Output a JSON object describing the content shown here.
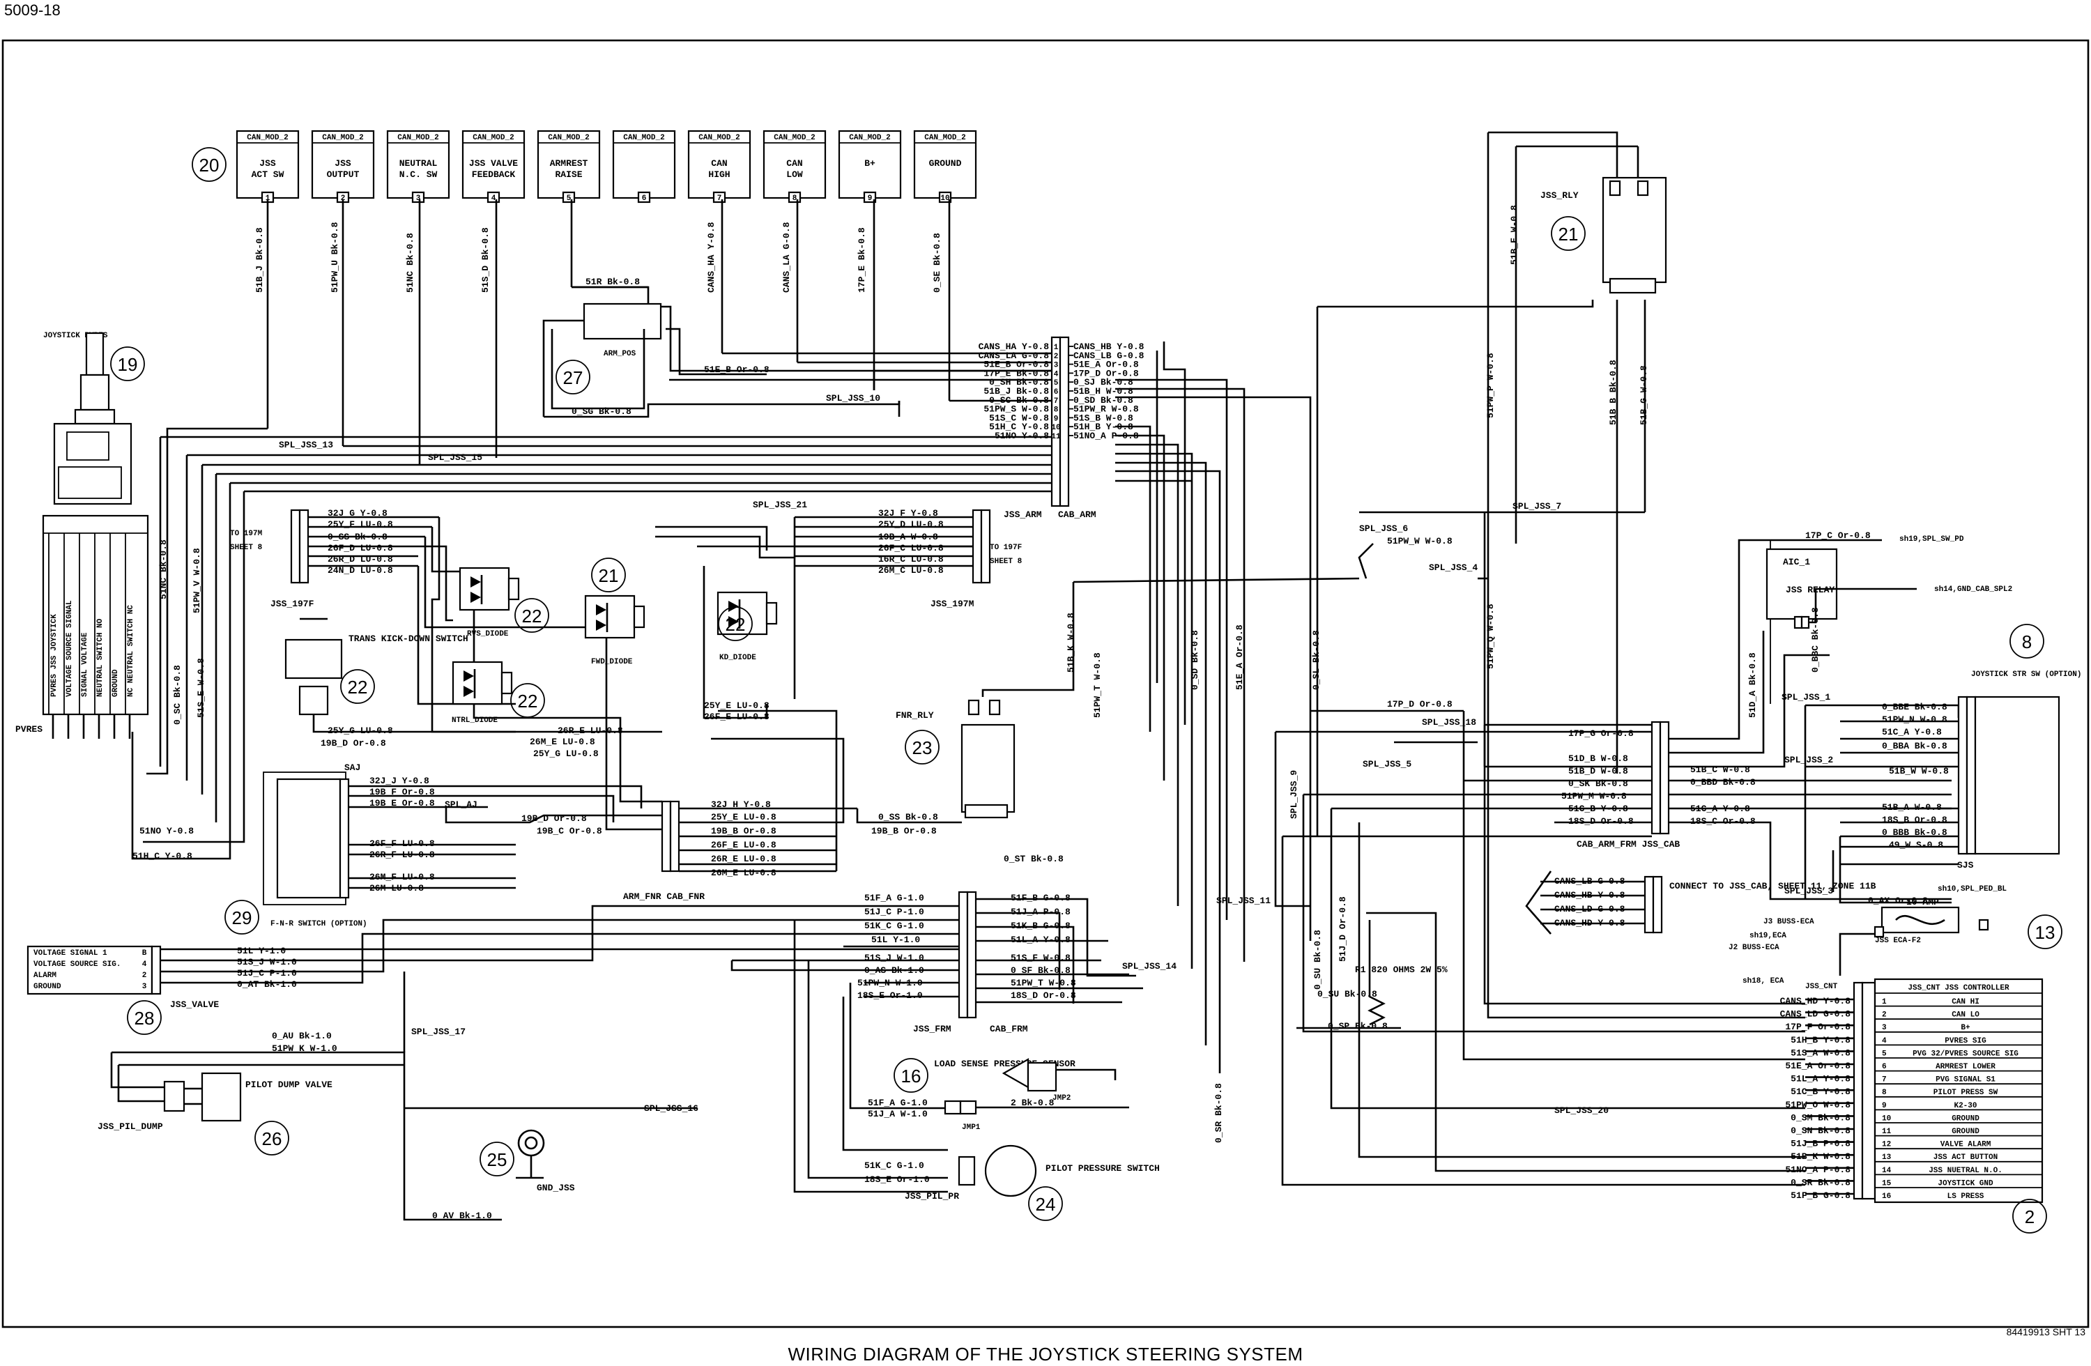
{
  "doc_id": "5009-18",
  "sheet_ref": "84419913 SHT 13",
  "caption": "WIRING DIAGRAM OF THE JOYSTICK STEERING SYSTEM",
  "can_mod": {
    "header": "CAN_MOD_2",
    "items": [
      {
        "label1": "JSS",
        "label2": "ACT SW",
        "pin": "1",
        "wire": "51B_J Bk-0.8"
      },
      {
        "label1": "JSS",
        "label2": "OUTPUT",
        "pin": "2",
        "wire": "51PW_U Bk-0.8"
      },
      {
        "label1": "NEUTRAL",
        "label2": "N.C. SW",
        "pin": "3",
        "wire": "51NC Bk-0.8"
      },
      {
        "label1": "JSS VALVE",
        "label2": "FEEDBACK",
        "pin": "4",
        "wire": "51S_D Bk-0.8"
      },
      {
        "label1": "ARMREST",
        "label2": "RAISE",
        "pin": "5",
        "wire": ""
      },
      {
        "label1": "",
        "label2": "",
        "pin": "6",
        "wire": ""
      },
      {
        "label1": "CAN",
        "label2": "HIGH",
        "pin": "7",
        "wire": "CANS_HA Y-0.8"
      },
      {
        "label1": "CAN",
        "label2": "LOW",
        "pin": "8",
        "wire": "CANS_LA G-0.8"
      },
      {
        "label1": "B+",
        "label2": "",
        "pin": "9",
        "wire": "17P_E Bk-0.8"
      },
      {
        "label1": "GROUND",
        "label2": "",
        "pin": "10",
        "wire": "0_SE Bk-0.8"
      }
    ]
  },
  "callouts": [
    "20",
    "19",
    "27",
    "21",
    "22",
    "22",
    "22",
    "22",
    "29",
    "28",
    "26",
    "25",
    "16",
    "24",
    "23",
    "21",
    "8",
    "13",
    "2"
  ],
  "labels": {
    "joystick": "JOYSTICK PVRES",
    "pvres": "PVRES",
    "arm_pos": "ARM_POS",
    "spl_jss_10": "SPL_JSS_10",
    "spl_jss_13": "SPL_JSS_13",
    "spl_jss_15": "SPL_JSS_15",
    "spl_jss_21": "SPL_JSS_21",
    "spl_jss_6": "SPL_JSS_6",
    "spl_jss_7": "SPL_JSS_7",
    "spl_jss_4": "SPL_JSS_4",
    "spl_jss_18": "SPL_JSS_18",
    "spl_jss_5": "SPL_JSS_5",
    "spl_jss_9": "SPL_JSS_9",
    "spl_jss_11": "SPL_JSS_11",
    "spl_jss_14": "SPL_JSS_14",
    "spl_jss_16": "SPL_JSS_16",
    "spl_jss_17": "SPL_JSS_17",
    "spl_jss_20": "SPL_JSS_20",
    "spl_jss_1": "SPL_JSS_1",
    "spl_jss_2": "SPL_JSS_2",
    "spl_jss_3": "SPL_JSS_3",
    "jss_arm": "JSS_ARM",
    "cab_arm": "CAB_ARM",
    "jss_197f": "JSS_197F",
    "jss_197m": "JSS_197M",
    "to_197m": "TO 197M",
    "sheet_8": "SHEET 8",
    "to_197f": "TO 197F",
    "rvs_diode": "RVS_DIODE",
    "fwd_diode": "FWD_DIODE",
    "kd_diode": "KD_DIODE",
    "ntrl_diode": "NTRL_DIODE",
    "trans_kd": "TRANS KICK-DOWN SWITCH",
    "saj": "SAJ",
    "spl_aj": "SPL_AJ",
    "fnr_switch": "F-N-R SWITCH (OPTION)",
    "arm_fnr": "ARM_FNR CAB_FNR",
    "fnr_rly": "FNR_RLY",
    "jss_rly": "JSS_RLY",
    "aic": "AIC_1",
    "jss_relay": "JSS RELAY",
    "joystick_str_sw": "JOYSTICK STR SW (OPTION)",
    "sjs": "SJS",
    "cab_arm_frm": "CAB_ARM_FRM JSS_CAB",
    "connect_to": "CONNECT TO JSS_CAB, SHEET 11, ZONE 11B",
    "jss_valve": "JSS_VALVE",
    "jss_frm": "JSS_FRM",
    "cab_frm": "CAB_FRM",
    "load_sense": "LOAD SENSE PRESSURE SENSOR",
    "jmp1": "JMP1",
    "jmp2": "JMP2",
    "pilot_dump": "PILOT DUMP VALVE",
    "jss_pil_dump": "JSS_PIL_DUMP",
    "gnd_jss": "GND_JSS",
    "pilot_pressure": "PILOT PRESSURE SWITCH",
    "jss_pil_pr": "JSS_PIL_PR",
    "r1": "R1 820 OHMS 2W 5%",
    "jss_ecaf2": "JSS ECA-F2",
    "ten_amp": "10 AMP",
    "j3_buss": "J3 BUSS-ECA",
    "j2_buss": "J2 BUSS-ECA",
    "jss_cnt": "JSS_CNT",
    "sh19": "sh19,SPL_SW_PD",
    "sh14": "sh14,GND_CAB_SPL2",
    "sh10": "sh10,SPL_PED_BL",
    "sh19eca": "sh19,ECA",
    "sh18eca": "sh18, ECA"
  },
  "controller": {
    "title": "JSS_CNT JSS CONTROLLER",
    "pins": [
      {
        "n": "1",
        "name": "CAN HI",
        "wire": "CANS_HD Y-0.8"
      },
      {
        "n": "2",
        "name": "CAN LO",
        "wire": "CANS_LD G-0.8"
      },
      {
        "n": "3",
        "name": "B+",
        "wire": "17P_F Or-0.8"
      },
      {
        "n": "4",
        "name": "PVRES SIG",
        "wire": "51H_B Y-0.8"
      },
      {
        "n": "5",
        "name": "PVG 32/PVRES SOURCE SIG",
        "wire": "51S_A W-0.8"
      },
      {
        "n": "6",
        "name": "ARMREST LOWER",
        "wire": "51E_A Or-0.8"
      },
      {
        "n": "7",
        "name": "PVG SIGNAL S1",
        "wire": "51L_A Y-0.8"
      },
      {
        "n": "8",
        "name": "PILOT PRESS SW",
        "wire": "51C_B Y-0.8"
      },
      {
        "n": "9",
        "name": "K2-30",
        "wire": "51PW_O W-0.8"
      },
      {
        "n": "10",
        "name": "GROUND",
        "wire": "0_SM Bk-0.8"
      },
      {
        "n": "11",
        "name": "GROUND",
        "wire": "0_SN Bk-0.8"
      },
      {
        "n": "12",
        "name": "VALVE ALARM",
        "wire": "51J_B P-0.8"
      },
      {
        "n": "13",
        "name": "JSS ACT BUTTON",
        "wire": "51B_K W-0.8"
      },
      {
        "n": "14",
        "name": "JSS NUETRAL N.O.",
        "wire": "51NO_A P-0.8"
      },
      {
        "n": "15",
        "name": "JOYSTICK GND",
        "wire": "0_SR Bk-0.8"
      },
      {
        "n": "16",
        "name": "LS PRESS",
        "wire": "51F_B G-0.8"
      }
    ]
  },
  "arm_connector": {
    "left": [
      "CANS_HA Y-0.8",
      "CANS_LA G-0.8",
      "51E_B Or-0.8",
      "17P_E Bk-0.8",
      "0_SH Bk-0.8",
      "51B_J Bk-0.8",
      "0_SC Bk-0.8",
      "51PW_S W-0.8",
      "51S_C W-0.8",
      "51H_C Y-0.8",
      "51NO Y-0.8"
    ],
    "right": [
      "CANS_HB Y-0.8",
      "CANS_LB G-0.8",
      "51E_A Or-0.8",
      "17P_D Or-0.8",
      "0_SJ Bk-0.8",
      "51B_H W-0.8",
      "0_SD Bk-0.8",
      "51PW_R W-0.8",
      "51S_B W-0.8",
      "51H_B Y-0.8",
      "51NO_A P-0.8"
    ]
  },
  "valve_connector": {
    "pins": [
      {
        "label": "VOLTAGE SIGNAL 1",
        "pin": "B",
        "wire": "51L Y-1.0"
      },
      {
        "label": "VOLTAGE SOURCE SIG.",
        "pin": "4",
        "wire": "51S_J W-1.0"
      },
      {
        "label": "ALARM",
        "pin": "2",
        "wire": "51J_C P-1.0"
      },
      {
        "label": "GROUND",
        "pin": "3",
        "wire": "0_AT Bk-1.0"
      }
    ]
  },
  "joystick_pins": [
    "PVRES JSS JOYSTICK",
    "VOLTAGE SOURCE SIGNAL",
    "SIGNAL VOLTAGE",
    "NEUTRAL SWITCH NO",
    "GROUND",
    "NC NEUTRAL SWITCH NC"
  ],
  "frm_connector": {
    "left": [
      "51F_A G-1.0",
      "51J_C P-1.0",
      "51K_C G-1.0",
      "51L Y-1.0",
      "51S_J W-1.0",
      "0_AS Bk-1.0",
      "51PW_N W-1.0",
      "18S_E Or-1.0"
    ],
    "right": [
      "51F_B G-0.8",
      "51J_A P-0.8",
      "51K_B G-0.8",
      "51L_A Y-0.8",
      "51S_F W-0.8",
      "0_SF Bk-0.8",
      "51PW_T W-0.8",
      "18S_D Or-0.8"
    ]
  },
  "misc_wires": [
    "51R Bk-0.8",
    "51E_B Or-0.8",
    "0_SG Bk-0.8",
    "0_SH Bk-0.8",
    "17P_C Or-0.8",
    "17P_D Or-0.8",
    "17P_G Or-0.8",
    "51D_B W-0.8",
    "51B_D W-0.8",
    "0_SK Bk-0.8",
    "51PW_M W-0.8",
    "51C_B Y-0.8",
    "18S_D Or-0.8",
    "51B_K W-0.8",
    "51PW_T W-0.8",
    "0_SD Bk-0.8",
    "51E_A Or-0.8",
    "0_SL Bk-0.8",
    "51B_E W-0.8",
    "51PW_P W-0.8",
    "51PW_Q W-0.8",
    "51B_B Bk-0.8",
    "51B_G W-0.8",
    "51D_A Bk-0.8",
    "0_BBC Bk-0.8",
    "51PW_W W-0.8",
    "0_SS Bk-0.8",
    "19B_B Or-0.8",
    "0_ST Bk-0.8",
    "0_AU Bk-1.0",
    "51PW_K W-1.0",
    "0_AV Bk-1.0",
    "0_SU Bk-0.8",
    "0_SP Bk-0.8",
    "0_SR Bk-0.8",
    "51J_D Or-0.8",
    "0_AX Or-0.8",
    "51NO Y-0.8",
    "51H_C Y-0.8",
    "51NC Bk-0.8",
    "0_SC Bk-0.8",
    "51S_E W-0.8",
    "51PW_V W-0.8",
    "32J_G Y-0.8",
    "25Y_F LU-0.8",
    "0_SS Bk-0.8",
    "26F_D LU-0.8",
    "26R_D LU-0.8",
    "24N_D LU-0.8",
    "32J_F Y-0.8",
    "25Y_D LU-0.8",
    "19B_A W-0.8",
    "26F_C LU-0.8",
    "16R_C LU-0.8",
    "26M_C LU-0.8",
    "25Y_E LU-0.8",
    "26F_E LU-0.8",
    "26R_E LU-0.8",
    "26M_E LU-0.8",
    "25Y_G LU-0.8",
    "19B_D Or-0.8",
    "32J_H Y-0.8",
    "19B_F Or-0.8",
    "19B_E Or-0.8",
    "19B_C Or-0.8",
    "26F_F LU-0.8",
    "26R_F LU-0.8",
    "26M_F LU-0.8",
    "26M LU-0.8",
    "0_BBE Bk-0.8",
    "51PW_N W-0.8",
    "51C_A Y-0.8",
    "0_BBA Bk-0.8",
    "51B_W W-0.8",
    "51B_A W-0.8",
    "18S_B Or-0.8",
    "0_BBB Bk-0.8",
    "49_W S-0.8",
    "51B_C W-0.8",
    "0_BBD Bk-0.8",
    "51C_A Y-0.8",
    "18S_C Or-0.8",
    "CANS_LB G-0.8",
    "CANS_HB Y-0.8",
    "CANS_LD G-0.8",
    "CANS_HD Y-0.8",
    "51F_A G-1.0",
    "51J_A W-1.0",
    "2 Bk-0.8",
    "51K_C G-1.0",
    "18S_E Or-1.0",
    "0_AT Bk-1.0",
    "0_AS Bk-1.0"
  ]
}
